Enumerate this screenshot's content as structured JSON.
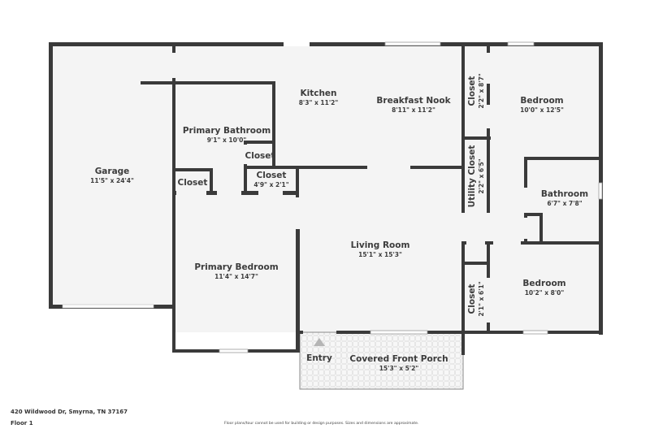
{
  "property": {
    "address": "420 Wildwood Dr, Smyrna, TN 37167",
    "floor_label": "Floor 1",
    "disclaimer": "Floor plans/tour cannot be used for building or design purposes. Sizes and dimensions are approximate."
  },
  "colors": {
    "wall": "#3a3a3a",
    "floor": "#f4f4f4",
    "porch_tile": "#e2e2e2",
    "text": "#3c3c3c",
    "entry_marker": "#b5b5b5"
  },
  "rooms": {
    "garage": {
      "name": "Garage",
      "dims": "11'5\" x 24'4\""
    },
    "kitchen": {
      "name": "Kitchen",
      "dims": "8'3\" x 11'2\""
    },
    "breakfast_nook": {
      "name": "Breakfast Nook",
      "dims": "8'11\" x 11'2\""
    },
    "closet_top_right": {
      "name": "Closet",
      "dims": "2'2\" x 8'7\""
    },
    "bedroom_upper": {
      "name": "Bedroom",
      "dims": "10'0\" x 12'5\""
    },
    "primary_bathroom": {
      "name": "Primary Bathroom",
      "dims": "9'1\" x 10'0\""
    },
    "closet_bath": {
      "name": "Closet",
      "dims": ""
    },
    "closet_hall": {
      "name": "Closet",
      "dims": "4'9\" x 2'1\""
    },
    "closet_left": {
      "name": "Closet",
      "dims": ""
    },
    "utility_closet": {
      "name": "Utility Closet",
      "dims": "2'2\" x 6'5\""
    },
    "bathroom": {
      "name": "Bathroom",
      "dims": "6'7\" x 7'8\""
    },
    "living_room": {
      "name": "Living Room",
      "dims": "15'1\" x 15'3\""
    },
    "primary_bedroom": {
      "name": "Primary Bedroom",
      "dims": "11'4\" x 14'7\""
    },
    "closet_lower_right": {
      "name": "Closet",
      "dims": "2'1\" x 6'1\""
    },
    "bedroom_lower": {
      "name": "Bedroom",
      "dims": "10'2\" x 8'0\""
    },
    "entry": {
      "name": "Entry"
    },
    "covered_front_porch": {
      "name": "Covered Front Porch",
      "dims": "15'3\" x 5'2\""
    }
  }
}
